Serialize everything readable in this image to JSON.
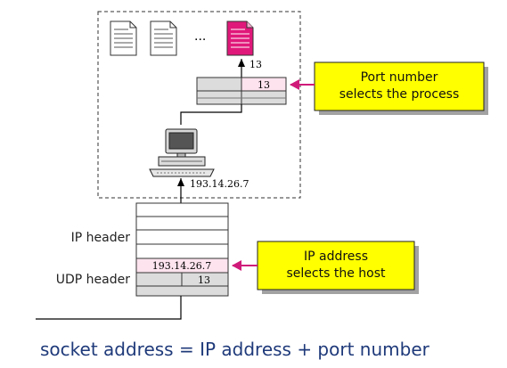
{
  "process_ellipsis": "...",
  "selected_port_label": "13",
  "port_field_value": "13",
  "host_ip": "193.14.26.7",
  "packet": {
    "ip_header_label": "IP header",
    "udp_header_label": "UDP header",
    "ip_field_value": "193.14.26.7",
    "port_field_value": "13"
  },
  "callouts": {
    "port": [
      "Port number",
      "selects the process"
    ],
    "ip": [
      "IP address",
      "selects the host"
    ]
  },
  "caption": "socket address = IP address + port number",
  "colors": {
    "callout_fill": "#ffff00",
    "arrow": "#d01a7a",
    "highlight_fill": "#fde3ee",
    "selected_process": "#e0187a",
    "caption_text": "#1f3a7a"
  }
}
